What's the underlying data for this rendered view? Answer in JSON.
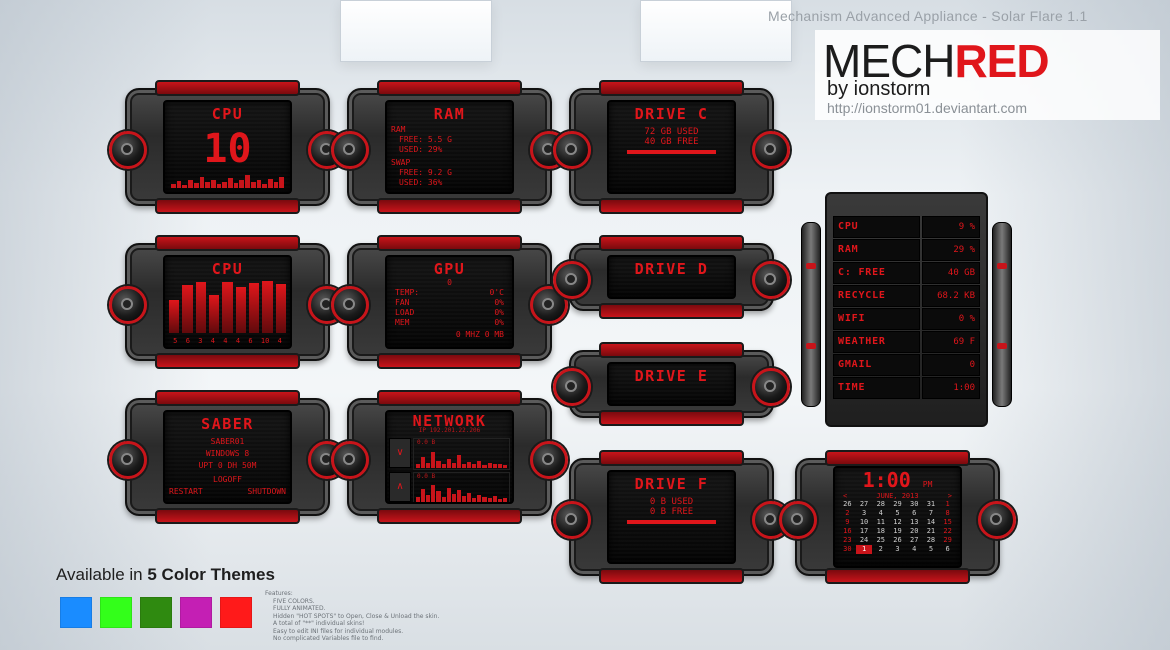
{
  "app_title": "Mechanism Advanced Appliance - Solar Flare 1.1",
  "brand": {
    "logo_mech": "MECH",
    "logo_red": "RED",
    "by": "by ionstorm",
    "url": "http://ionstorm01.deviantart.com"
  },
  "widgets": {
    "cpu_big": {
      "title": "CPU",
      "value": "10"
    },
    "cpu_bars": {
      "title": "CPU",
      "cores": [
        "5",
        "6",
        "3",
        "4",
        "4",
        "4",
        "6",
        "10",
        "4"
      ],
      "levels": [
        0.62,
        0.88,
        0.94,
        0.7,
        0.95,
        0.86,
        0.92,
        0.97,
        0.9
      ]
    },
    "saber": {
      "title": "SABER",
      "lines": [
        "SABER01",
        "WINDOWS 8",
        "UPT  0 DH 50M",
        "LOGOFF"
      ],
      "restart": "RESTART",
      "shutdown": "SHUTDOWN"
    },
    "ram": {
      "title": "RAM",
      "ram_label": "RAM",
      "ram_free": "FREE: 5.5 G",
      "ram_used": "USED: 29%",
      "swap_label": "SWAP",
      "swap_free": "FREE: 9.2 G",
      "swap_used": "USED: 36%"
    },
    "gpu": {
      "title": "GPU",
      "value": "0",
      "temp_label": "TEMP:",
      "temp_value": "0'C",
      "fan_label": "FAN",
      "fan_value": "0%",
      "load_label": "LOAD",
      "load_value": "0%",
      "mem_label": "MEM",
      "mem_value": "0%",
      "mhz": "0 MHZ 0 MB"
    },
    "network": {
      "title": "NETWORK",
      "ip": "IP  192.201.22.206",
      "down": "0.0 B",
      "up": "0.0 B",
      "down_icon": "chevron-down-icon",
      "up_icon": "chevron-up-icon"
    },
    "drive_c": {
      "title": "DRIVE C",
      "used": "72 GB  USED",
      "free": "40 GB  FREE"
    },
    "drive_d": {
      "title": "DRIVE D"
    },
    "drive_e": {
      "title": "DRIVE E"
    },
    "drive_f": {
      "title": "DRIVE F",
      "used": "0 B   USED",
      "free": "0 B   FREE"
    }
  },
  "system_panel": {
    "rows": [
      {
        "key": "CPU",
        "value": "9 %"
      },
      {
        "key": "RAM",
        "value": "29 %"
      },
      {
        "key": "C: FREE",
        "value": "40 GB"
      },
      {
        "key": "RECYCLE",
        "value": "68.2 KB"
      },
      {
        "key": "WIFI",
        "value": "0  %"
      },
      {
        "key": "WEATHER",
        "value": "69  F"
      },
      {
        "key": "GMAIL",
        "value": "0"
      },
      {
        "key": "TIME",
        "value": "1:00"
      }
    ]
  },
  "clock": {
    "time": "1:00",
    "ampm": "PM",
    "month": "JUNE, 2013",
    "prev": "<",
    "next": ">",
    "days": [
      "26",
      "27",
      "28",
      "29",
      "30",
      "31",
      "1",
      "2",
      "3",
      "4",
      "5",
      "6",
      "7",
      "8",
      "9",
      "10",
      "11",
      "12",
      "13",
      "14",
      "15",
      "16",
      "17",
      "18",
      "19",
      "20",
      "21",
      "22",
      "23",
      "24",
      "25",
      "26",
      "27",
      "28",
      "29",
      "30",
      "1",
      "2",
      "3",
      "4",
      "5",
      "6"
    ],
    "today_index": 36
  },
  "footer": {
    "available_prefix": "Available in ",
    "available_bold": "5 Color Themes",
    "swatches": [
      "#1a8cff",
      "#33ff1a",
      "#2f8a10",
      "#c41fb4",
      "#ff1a1a"
    ],
    "features_title": "Features:",
    "features": [
      "FIVE COLORS.",
      "FULLY ANIMATED.",
      "Hidden \"HOT SPOTS\" to Open, Close & Unload the skin.",
      "A total of \"**\" individual skins!",
      "Easy to edit INI files for individual modules.",
      "No complicated Variables file to find."
    ]
  }
}
